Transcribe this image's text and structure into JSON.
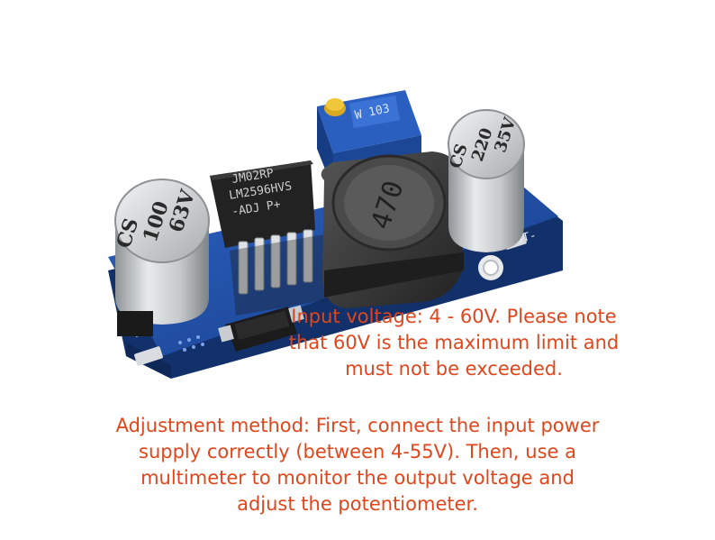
{
  "photo": {
    "regulator_chip_markings": [
      "JM02RP",
      "LM2596HVS",
      "-ADJ  P+"
    ],
    "inductor_marking": "470",
    "potentiometer_marking": "W 103",
    "capacitor_left": [
      "CS",
      "100",
      "63V"
    ],
    "capacitor_right": [
      "CS",
      "220",
      "35V"
    ],
    "board_label_out": "OUT-",
    "board_label_in": "IN-"
  },
  "notes": {
    "voltage_note": [
      "Input voltage: 4 - 60V. Please note",
      "that 60V is the maximum limit and",
      "must not be exceeded."
    ],
    "adjust_note": [
      "Adjustment method: First, connect the input power",
      "supply correctly (between 4-55V). Then, use a",
      "multimeter to monitor the output voltage and",
      "adjust the potentiometer."
    ]
  },
  "colors": {
    "text": "#e0461c",
    "pcb": "#1f4fa8",
    "potentiometer": "#2a5fc0",
    "capacitor": "#cfd2d4",
    "inductor": "#3a3a3a"
  }
}
